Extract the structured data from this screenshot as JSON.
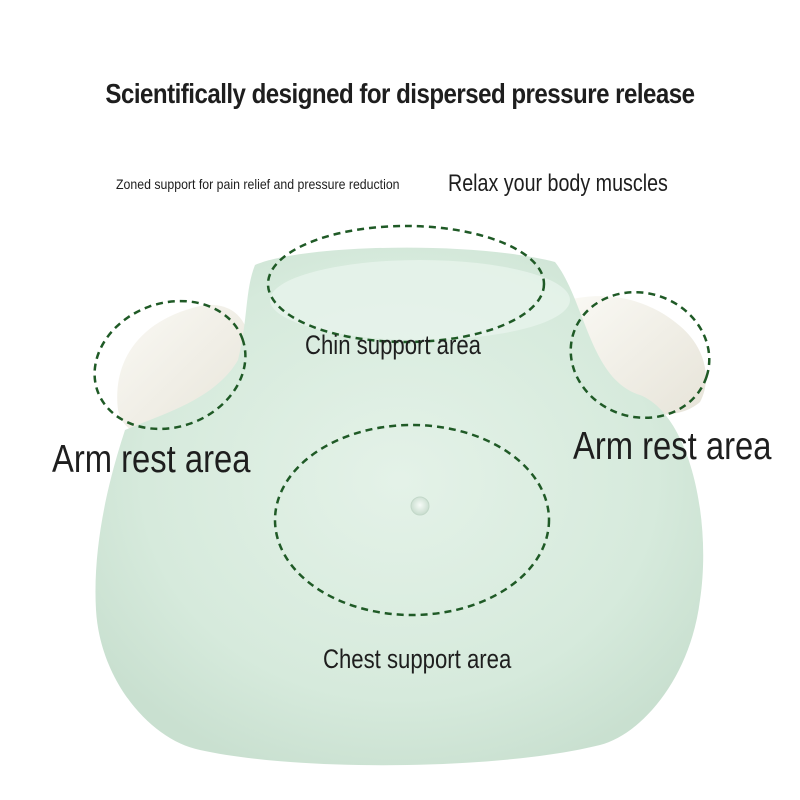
{
  "headline": "Scientifically designed for dispersed pressure release",
  "subtitle": {
    "small": "Zoned support for pain relief and pressure reduction",
    "large": "Relax your body muscles"
  },
  "zones": {
    "chin": "Chin support area",
    "arm_left": "Arm rest area",
    "arm_right": "Arm rest area",
    "chest": "Chest support area"
  },
  "colors": {
    "pillow_green": "#dcede2",
    "wing_cream": "#f3f1ea",
    "outline_green": "#1f5a26",
    "text": "#1e1e1e"
  }
}
